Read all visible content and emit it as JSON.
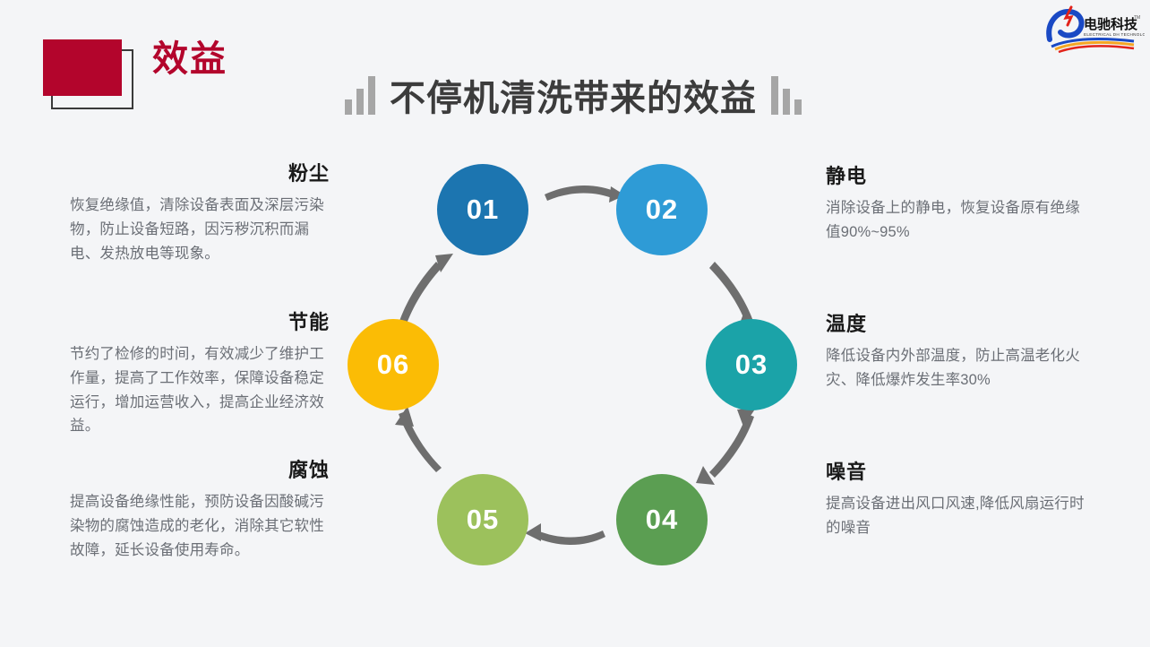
{
  "header": {
    "badge_label": "效益",
    "badge_color": "#b3052c",
    "title": "不停机清洗带来的效益",
    "title_color": "#3c3c3c",
    "decor_left_icon": "ascending-bars-icon",
    "decor_right_icon": "descending-bars-icon"
  },
  "logo": {
    "name": "dianchi-technology-logo",
    "chinese_name": "电驰科技",
    "english_name": "ELECTRICAL DH TECHNOLOGY",
    "trademark": "TM"
  },
  "cycle": {
    "nodes": [
      {
        "number": "01",
        "color": "#1c75b0",
        "topic": "粉尘"
      },
      {
        "number": "02",
        "color": "#2e9bd6",
        "topic": "静电"
      },
      {
        "number": "03",
        "color": "#1ba3a8",
        "topic": "温度"
      },
      {
        "number": "04",
        "color": "#5b9e52",
        "topic": "噪音"
      },
      {
        "number": "05",
        "color": "#9cc15c",
        "topic": "腐蚀"
      },
      {
        "number": "06",
        "color": "#fbbc05",
        "topic": "节能"
      }
    ],
    "arrow_color": "#6e6e6e"
  },
  "blocks": {
    "dust": {
      "heading": "粉尘",
      "body": "恢复绝缘值，清除设备表面及深层污染物，防止设备短路，因污秽沉积而漏电、发热放电等现象。"
    },
    "energy": {
      "heading": "节能",
      "body": "节约了检修的时间，有效减少了维护工作量，提高了工作效率，保障设备稳定运行，增加运营收入，提高企业经济效益。"
    },
    "corrosion": {
      "heading": "腐蚀",
      "body": "提高设备绝缘性能，预防设备因酸碱污染物的腐蚀造成的老化，消除其它软性故障，延长设备使用寿命。"
    },
    "static": {
      "heading": "静电",
      "body": "消除设备上的静电，恢复设备原有绝缘值90%~95%"
    },
    "temperature": {
      "heading": "温度",
      "body": "降低设备内外部温度，防止高温老化火灾、降低爆炸发生率30%"
    },
    "noise": {
      "heading": "噪音",
      "body": "提高设备进出风口风速,降低风扇运行时的噪音"
    }
  },
  "background_color": "#f4f5f7"
}
